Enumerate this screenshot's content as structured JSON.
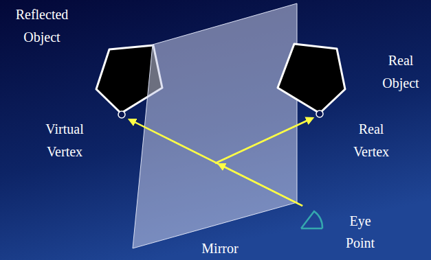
{
  "diagram": {
    "labels": [
      "Reflected Object",
      "Real Object",
      "Virtual Vertex",
      "Real Vertex",
      "Eye Point",
      "Mirror"
    ]
  }
}
